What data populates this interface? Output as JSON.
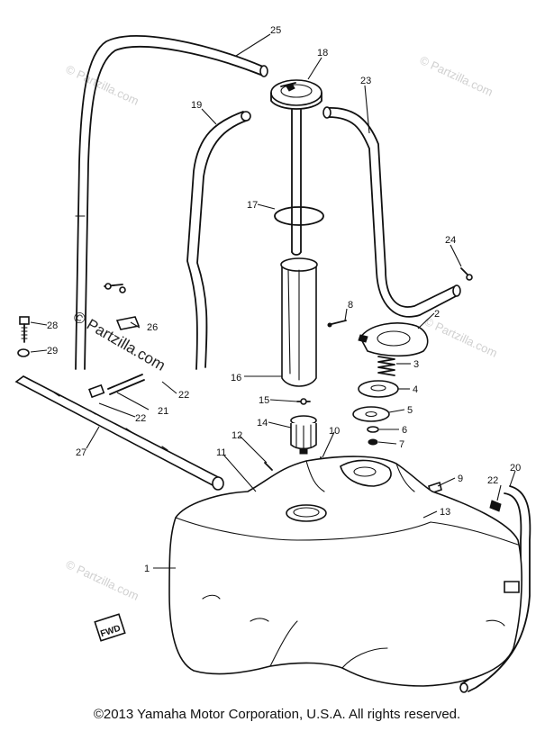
{
  "callouts": {
    "c1": "1",
    "c2": "2",
    "c3": "3",
    "c4": "4",
    "c5": "5",
    "c6": "6",
    "c7": "7",
    "c8": "8",
    "c9": "9",
    "c10": "10",
    "c11": "11",
    "c12": "12",
    "c13": "13",
    "c14": "14",
    "c15": "15",
    "c16": "16",
    "c17": "17",
    "c18": "18",
    "c19": "19",
    "c20": "20",
    "c21": "21",
    "c22a": "22",
    "c22b": "22",
    "c22c": "22",
    "c23": "23",
    "c24": "24",
    "c25": "25",
    "c26": "26",
    "c27": "27",
    "c28": "28",
    "c29": "29"
  },
  "watermark": {
    "text": "© Partzilla.com",
    "center_text": "© Partzilla.com"
  },
  "tank_mark": "FWD",
  "copyright": "©2013  Yamaha Motor Corporation, U.S.A. All rights reserved."
}
